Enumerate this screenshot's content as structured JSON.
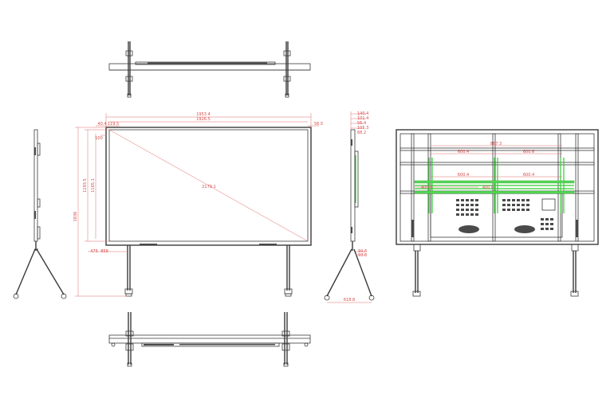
{
  "front_view": {
    "overall_width": "1953.4",
    "panel_width": "1926.5",
    "diagonal": "2179.1",
    "overall_height_left": "1836",
    "panel_height_1": "1193.5",
    "panel_height_2": "1165.1",
    "stand_1": "475",
    "stand_2": "858",
    "top_small_1": "40.4",
    "top_small_2": "119.5",
    "top_small_3": "56.5",
    "side_small": "100"
  },
  "side_view": {
    "dim_a": "140.4",
    "dim_b": "101.4",
    "dim_c": "56.4",
    "dim_d": "105.3",
    "dim_e": "68.2",
    "base_width": "618.8",
    "foot_1": "94.6",
    "foot_2": "93.8"
  },
  "rear_view": {
    "dim_a": "867.3",
    "dim_b": "600.4",
    "dim_c": "600.6",
    "dim_d": "600.4",
    "dim_e": "400.0",
    "dim_f": "600.4",
    "dim_g": "400.0"
  }
}
